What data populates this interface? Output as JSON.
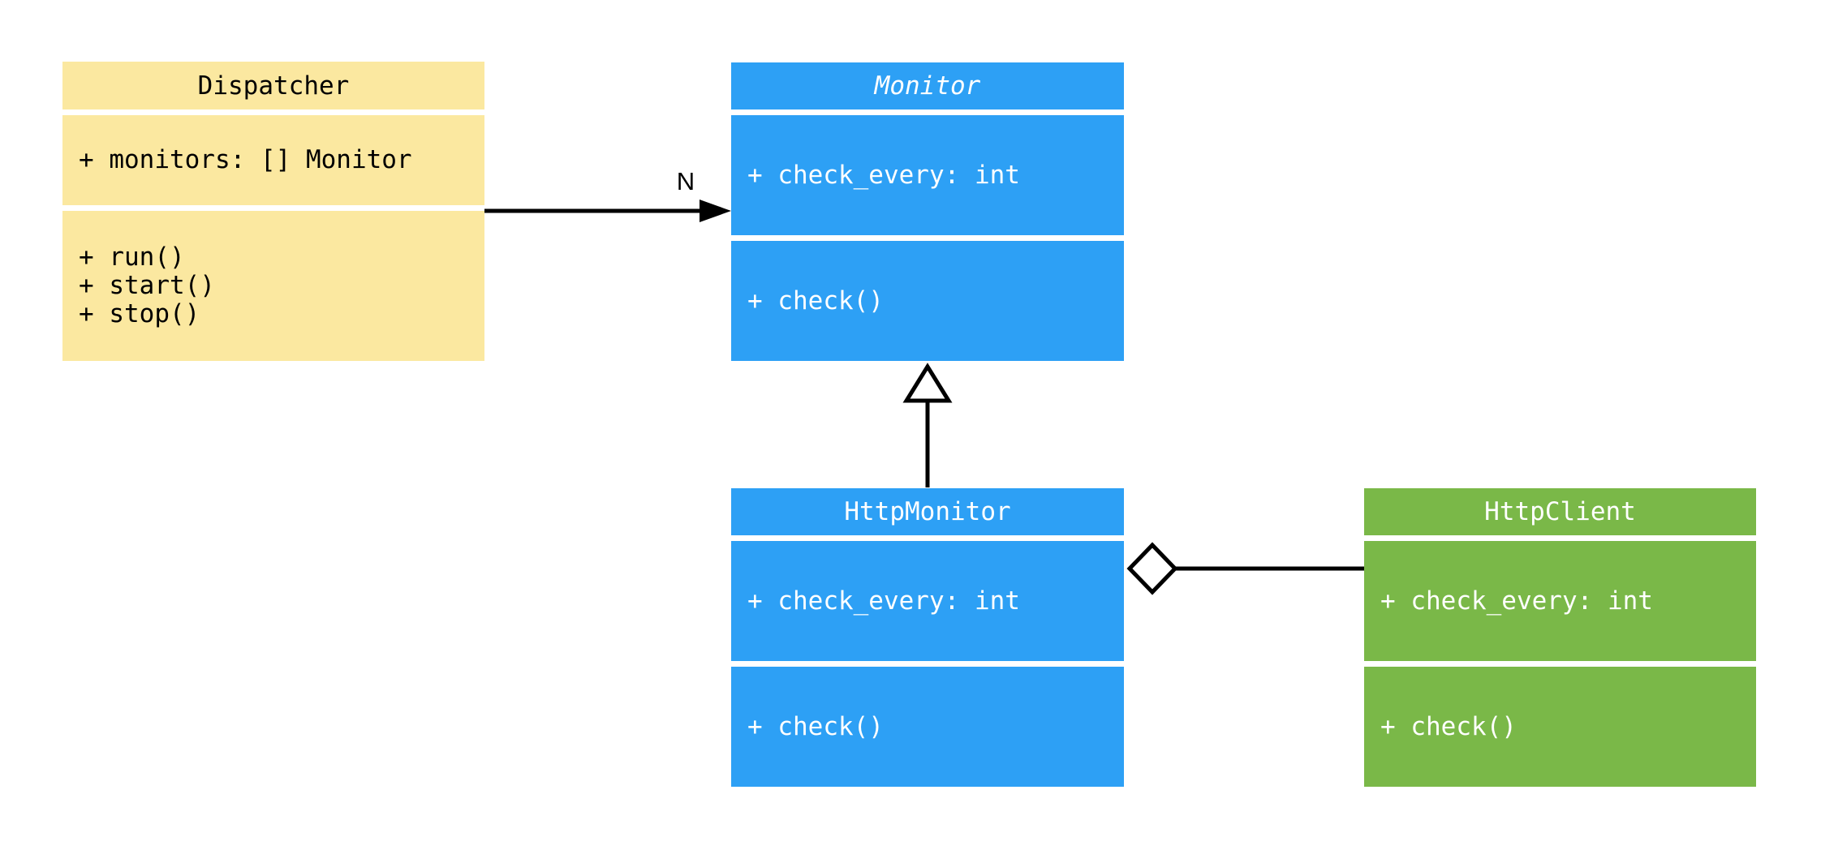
{
  "diagram": {
    "kind": "uml-class-diagram",
    "background_color": "#ffffff",
    "colors": {
      "yellow_class": "#fbe8a0",
      "blue_class": "#2da0f5",
      "green_class": "#7ab848",
      "connector": "#000000",
      "text_on_yellow": "#000000",
      "text_on_color": "#ffffff"
    },
    "classes": {
      "dispatcher": {
        "title": "Dispatcher",
        "attributes": [
          "+ monitors: [] Monitor"
        ],
        "methods": [
          "+ run()",
          "+ start()",
          "+ stop()"
        ]
      },
      "monitor": {
        "title": "Monitor",
        "abstract": true,
        "attributes": [
          "+ check_every: int"
        ],
        "methods": [
          "+ check()"
        ]
      },
      "http_monitor": {
        "title": "HttpMonitor",
        "attributes": [
          "+ check_every: int"
        ],
        "methods": [
          "+ check()"
        ]
      },
      "http_client": {
        "title": "HttpClient",
        "attributes": [
          "+ check_every: int"
        ],
        "methods": [
          "+ check()"
        ]
      }
    },
    "relationships": {
      "dispatcher_to_monitor": {
        "type": "association",
        "from": "Dispatcher",
        "to": "Monitor",
        "label": "N"
      },
      "http_monitor_to_monitor": {
        "type": "inheritance",
        "from": "HttpMonitor",
        "to": "Monitor"
      },
      "http_monitor_to_http_client": {
        "type": "aggregation",
        "from": "HttpMonitor",
        "to": "HttpClient"
      }
    }
  }
}
